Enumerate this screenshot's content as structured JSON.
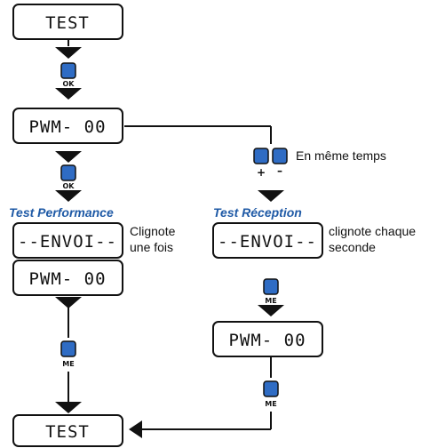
{
  "colors": {
    "button_fill": "#2f6cc4",
    "button_stroke": "#111111",
    "title_color": "#1f5aa6",
    "lcd_fill": "#ffffff"
  },
  "displays": {
    "test_top": "TEST",
    "pwm_main": "PWM- 00",
    "envoi_left": "--ENVOI--",
    "pwm_left": "PWM- 00",
    "envoi_right": "--ENVOI--",
    "pwm_right": "PWM- 00",
    "test_bottom": "TEST"
  },
  "buttons": {
    "ok_label": "OK",
    "me_label": "ME",
    "plus_label": "+",
    "minus_label": "–"
  },
  "labels": {
    "same_time": "En même temps",
    "test_performance": "Test Performance",
    "test_reception": "Test Réception",
    "clignote_line1": "Clignote",
    "clignote_line2": "une fois",
    "clignote_chaque_line1": "clignote chaque",
    "clignote_chaque_line2": "seconde"
  }
}
